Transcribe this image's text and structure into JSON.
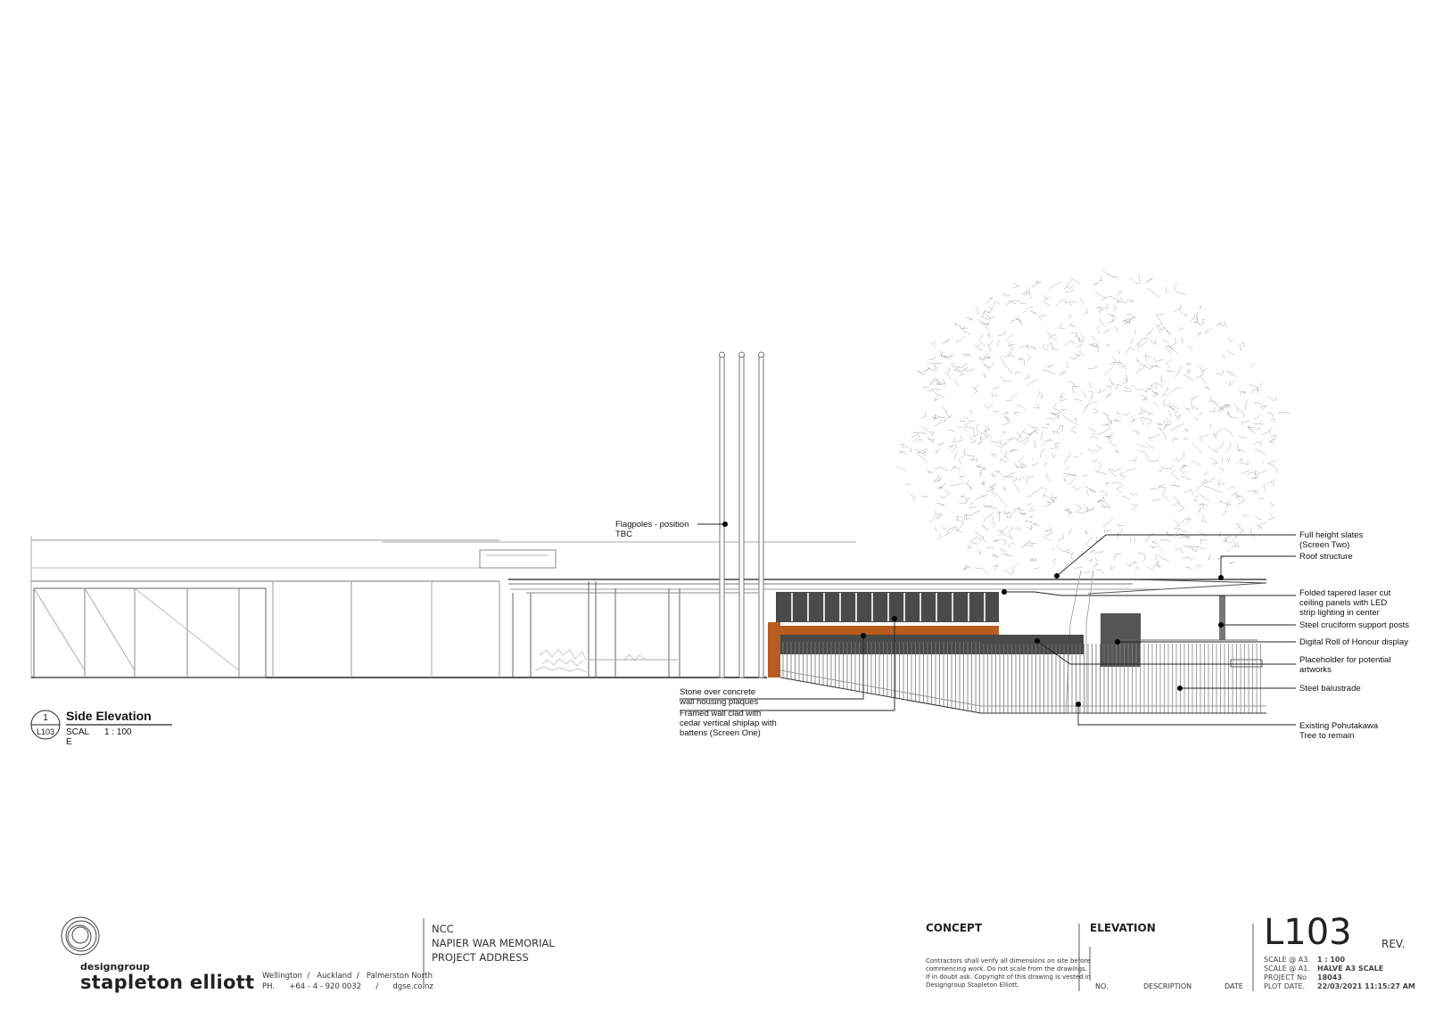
{
  "drawing": {
    "annotations": {
      "flagpoles": [
        "Flagpoles - position",
        "TBC"
      ],
      "slates": [
        "Full height slates",
        "(Screen Two)"
      ],
      "roof": [
        "Roof structure"
      ],
      "ceiling": [
        "Folded tapered laser cut",
        "ceiling panels with LED",
        "strip lighting in center"
      ],
      "posts": [
        "Steel cruciform support posts"
      ],
      "digital": [
        "Digital Roll of Honour display"
      ],
      "placeholder": [
        "Placeholder for potential",
        "artworks"
      ],
      "balustrade": [
        "Steel balustrade"
      ],
      "tree": [
        "Existing Pohutakawa",
        "Tree to remain"
      ],
      "stone": [
        "Stone over concrete",
        "wall housing plaques"
      ],
      "framed": [
        "Framed wall clad with",
        "cedar vertical shiplap with",
        "battens (Screen One)"
      ]
    },
    "view_tag": {
      "number": "1",
      "sheet": "L103",
      "title": "Side Elevation",
      "scale_label_1": "SCAL",
      "scale_label_2": "E",
      "scale_value": "1 : 100"
    }
  },
  "title_block": {
    "brand_small": "designgroup",
    "brand_large": "stapleton elliott",
    "offices": "Wellington  /   Auckland  /   Palmerston North",
    "phone": "PH.      +64 - 4 - 920 0032      /      dgse.co.nz",
    "project_lines": [
      "NCC",
      "NAPIER WAR MEMORIAL",
      "PROJECT ADDRESS"
    ],
    "stage": "CONCEPT",
    "disclaimer": [
      "Contractors shall verify all dimensions on site before",
      "commencing work. Do not scale from the drawings.",
      "If in doubt ask.  Copyright of this drawing is vested in",
      "Designgroup Stapleton Elliott."
    ],
    "drawing_title": "ELEVATION",
    "rev_headers": [
      "NO.",
      "DESCRIPTION",
      "DATE"
    ],
    "sheet_number": "L103",
    "rev_label": "REV.",
    "meta": [
      {
        "label": "SCALE @ A3.",
        "value": "1 : 100"
      },
      {
        "label": "SCALE @ A1.",
        "value": "HALVE A3 SCALE"
      },
      {
        "label": "PROJECT No",
        "value": "18043"
      },
      {
        "label": "PLOT DATE.",
        "value": "22/03/2021 11:15:27 AM"
      }
    ]
  },
  "colors": {
    "cedar": "#b85c1f",
    "dark_panel": "#4a4a4a",
    "line": "#555555",
    "tree": "#9a9a9a"
  }
}
